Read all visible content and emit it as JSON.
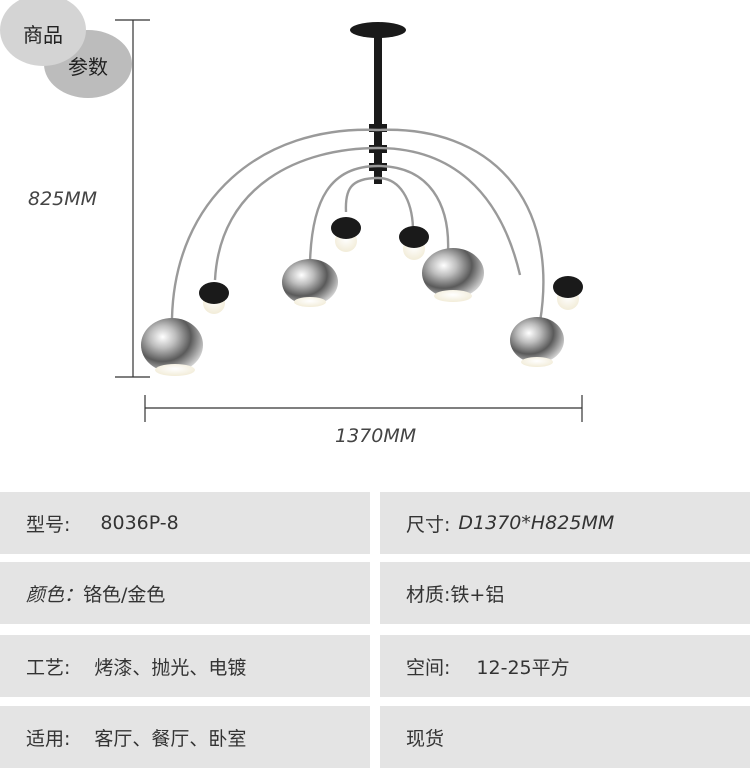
{
  "badges": {
    "primary": "商品",
    "secondary": "参数"
  },
  "dimensions": {
    "height": "825MM",
    "width": "1370MM"
  },
  "specs": {
    "model_label": "型号:",
    "model_value": "8036P-8",
    "size_label": "尺寸:",
    "size_value": "D1370*H825MM",
    "color_label": "颜色：",
    "color_value": "铬色/金色",
    "material_label": "材质:",
    "material_value": "铁+铝",
    "craft_label": "工艺:",
    "craft_value": "烤漆、抛光、电镀",
    "space_label": "空间:",
    "space_value": "12-25平方",
    "usage_label": "适用:",
    "usage_value": "客厅、餐厅、卧室",
    "stock_value": "现货"
  },
  "colors": {
    "row_bg": "#e4e4e4",
    "badge_gray": "#a8a8a8",
    "stem_black": "#1a1a1a",
    "chrome": "#9a9a9a"
  }
}
